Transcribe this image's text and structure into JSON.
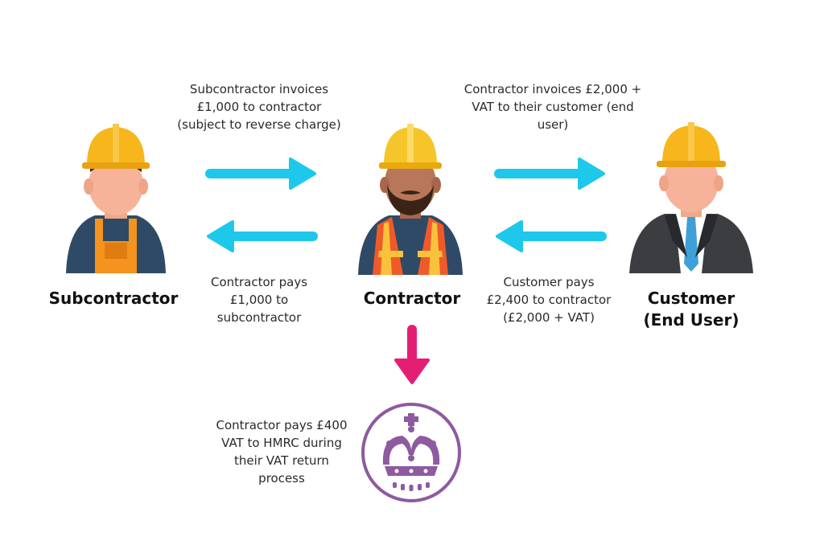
{
  "roles": {
    "subcontractor": "Subcontractor",
    "contractor": "Contractor",
    "customer": "Customer\n(End User)"
  },
  "notes": {
    "sub_invoices": "Subcontractor invoices\n£1,000 to contractor\n(subject to reverse charge)",
    "contractor_pays_sub": "Contractor pays\n£1,000 to\nsubcontractor",
    "contractor_invoices": "Contractor invoices £2,000  +\nVAT to their customer (end\nuser)",
    "customer_pays": "Customer pays\n£2,400 to contractor\n(£2,000 + VAT)",
    "vat_to_hmrc": "Contractor pays £400\nVAT to HMRC during\ntheir VAT return\nprocess"
  },
  "icons": {
    "subcontractor": "worker-overalls-icon",
    "contractor": "worker-hi-vis-vest-icon",
    "customer": "businessman-hard-hat-icon",
    "hmrc": "crown-emblem-icon"
  },
  "colors": {
    "arrow_cyan": "#1ec8ea",
    "arrow_pink": "#e41f73",
    "hard_hat": "#f6b61c",
    "crown_purple": "#8e5aa0"
  }
}
